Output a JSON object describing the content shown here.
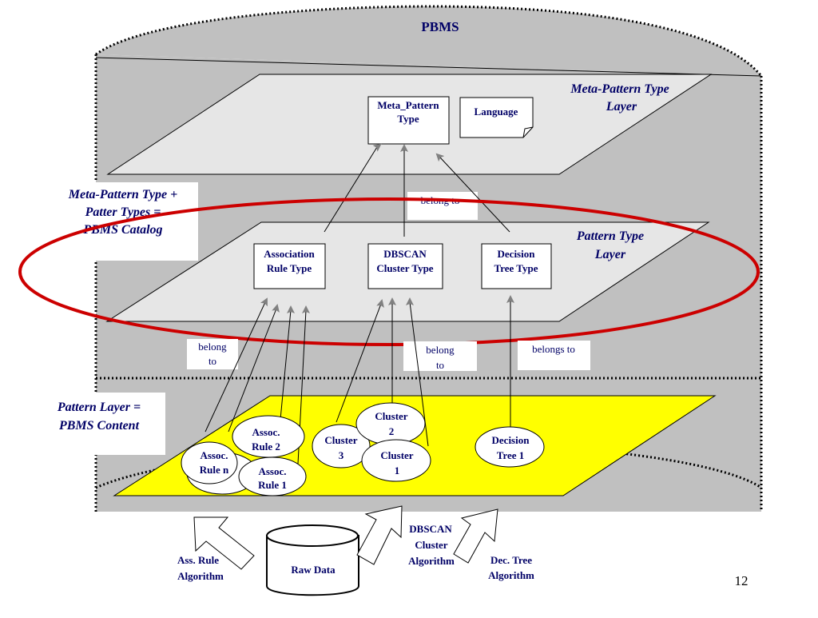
{
  "title": "PBMS",
  "page_number": "12",
  "layers": {
    "meta": {
      "label_line1": "Meta-Pattern Type",
      "label_line2": "Layer"
    },
    "pattern_type": {
      "label_line1": "Pattern Type",
      "label_line2": "Layer"
    }
  },
  "side_notes": {
    "catalog": [
      "Meta-Pattern Type +",
      "Patter Types =",
      "PBMS Catalog"
    ],
    "content": [
      "Pattern Layer =",
      "PBMS Content"
    ]
  },
  "nodes": {
    "meta_pattern_type": [
      "Meta_Pattern",
      "Type"
    ],
    "language": "Language",
    "association_rule_type": [
      "Association",
      "Rule Type"
    ],
    "dbscan_cluster_type": [
      "DBSCAN",
      "Cluster Type"
    ],
    "decision_tree_type": [
      "Decision",
      "Tree Type"
    ]
  },
  "relations": {
    "belong_to_top": "belong to",
    "belong_to_left": [
      "belong",
      "to"
    ],
    "belong_to_mid": [
      "belong",
      "to"
    ],
    "belongs_to_right": "belongs to"
  },
  "instances": {
    "assoc_rule_n": [
      "Assoc.",
      "Rule n"
    ],
    "assoc_rule_2": [
      "Assoc.",
      "Rule 2"
    ],
    "assoc_rule_1": [
      "Assoc.",
      "Rule 1"
    ],
    "cluster_3": [
      "Cluster",
      "3"
    ],
    "cluster_2": [
      "Cluster",
      "2"
    ],
    "cluster_1": [
      "Cluster",
      "1"
    ],
    "decision_tree_1": [
      "Decision",
      "Tree 1"
    ]
  },
  "sources": {
    "raw_data": "Raw Data",
    "ass_rule_algorithm": [
      "Ass. Rule",
      "Algorithm"
    ],
    "dbscan_cluster_algorithm": [
      "DBSCAN",
      "Cluster",
      "Algorithm"
    ],
    "dec_tree_algorithm": [
      "Dec. Tree",
      "Algorithm"
    ]
  },
  "colors": {
    "navy_text": "#000066",
    "gray_panel": "#c0c0c0",
    "light_plane": "#e6e6e6",
    "yellow_plane": "#ffff00",
    "red_ellipse": "#cc0000"
  }
}
